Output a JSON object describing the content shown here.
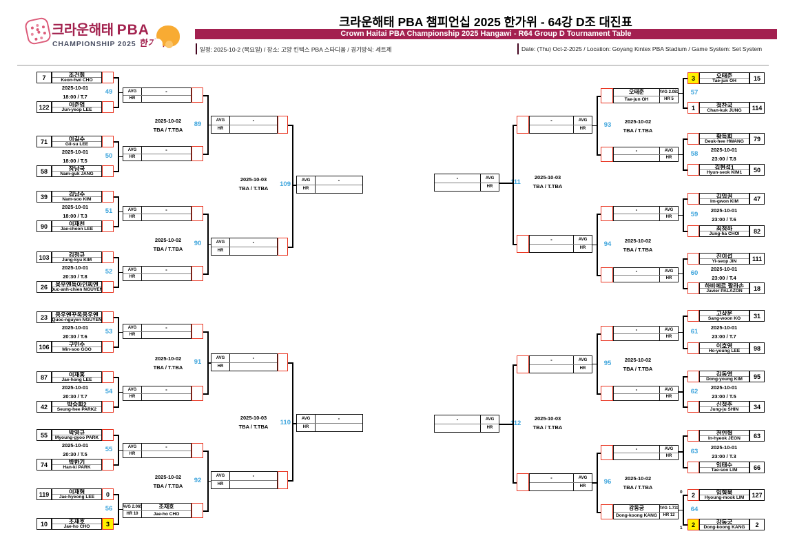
{
  "header": {
    "logo": {
      "brand_kr": "크라운해태",
      "brand_pba": "PBA",
      "champ_line": "CHAMPIONSHIP 2025",
      "hangawi": "한가위"
    },
    "title": "크라운해태 PBA 챔피언십 2025 한가위 - 64강 D조 대진표",
    "banner": "Crown Haitai PBA Championship 2025 Hangawi - R64 Group D Tournament Table",
    "info_kr": "일정: 2025-10-2 (목요일) / 장소: 고양 킨텍스 PBA 스타디움 / 경기방식: 세트제",
    "info_en": "Date: (Thu) Oct-2-2025 / Location: Goyang Kintex PBA Stadium / Game System: Set System"
  },
  "colors": {
    "maroon": "#a32050",
    "red": "#e8321e",
    "winner_yellow": "#fff100",
    "match_number_blue": "#3fa5dc"
  },
  "labels": {
    "avg": "AVG",
    "hr": "HR",
    "dash": "-"
  },
  "round1_left": [
    {
      "no": "49",
      "date": "2025-10-01",
      "time": "18:00 / T.7",
      "p1": {
        "seed": "7",
        "kr": "조건휘",
        "en": "Keon-hwi CHO",
        "score": ""
      },
      "p2": {
        "seed": "122",
        "kr": "이준엽",
        "en": "Jun-yeop LEE",
        "score": ""
      }
    },
    {
      "no": "50",
      "date": "2025-10-01",
      "time": "18:00 / T.5",
      "p1": {
        "seed": "71",
        "kr": "이길수",
        "en": "Gil-su LEE",
        "score": ""
      },
      "p2": {
        "seed": "58",
        "kr": "장남국",
        "en": "Nam-guk JANG",
        "score": ""
      }
    },
    {
      "no": "51",
      "date": "2025-10-01",
      "time": "18:00 / T.3",
      "p1": {
        "seed": "39",
        "kr": "김남수",
        "en": "Nam-soo KIM",
        "score": ""
      },
      "p2": {
        "seed": "90",
        "kr": "이재천",
        "en": "Jae-cheon LEE",
        "score": ""
      }
    },
    {
      "no": "52",
      "date": "2025-10-01",
      "time": "20:30 / T.8",
      "p1": {
        "seed": "103",
        "kr": "김정규",
        "en": "Jung-kyu KIM",
        "score": ""
      },
      "p2": {
        "seed": "26",
        "kr": "응우옌득아인찌엔",
        "en": "Duc-anh-chien NGUYEN",
        "score": ""
      }
    },
    {
      "no": "53",
      "date": "2025-10-01",
      "time": "20:30 / T.6",
      "p1": {
        "seed": "23",
        "kr": "응우옌꾸옥응우옌",
        "en": "Quoc-nguyen NGUYEN",
        "score": ""
      },
      "p2": {
        "seed": "106",
        "kr": "구민수",
        "en": "Min-soo GOO",
        "score": ""
      }
    },
    {
      "no": "54",
      "date": "2025-10-01",
      "time": "20:30 / T.7",
      "p1": {
        "seed": "87",
        "kr": "이재홍",
        "en": "Jae-hong LEE",
        "score": ""
      },
      "p2": {
        "seed": "42",
        "kr": "박승희2",
        "en": "Seung-hee PARK2",
        "score": ""
      }
    },
    {
      "no": "55",
      "date": "2025-10-01",
      "time": "20:30 / T.5",
      "p1": {
        "seed": "55",
        "kr": "박영규",
        "en": "Myoung-gyoo PARK",
        "score": ""
      },
      "p2": {
        "seed": "74",
        "kr": "박한기",
        "en": "Han-ki PARK",
        "score": ""
      }
    },
    {
      "no": "56",
      "date": "",
      "time": "",
      "p1": {
        "seed": "119",
        "kr": "이재형",
        "en": "Jae-hyeong LEE",
        "score": "0"
      },
      "p2": {
        "seed": "10",
        "kr": "조재호",
        "en": "Jae-ho CHO",
        "score": "3",
        "win": true
      }
    }
  ],
  "round1_right": [
    {
      "no": "57",
      "date": "",
      "time": "",
      "p1": {
        "seed": "15",
        "kr": "오태준",
        "en": "Tae-jun OH",
        "score": "3",
        "win": true
      },
      "p2": {
        "seed": "114",
        "kr": "정찬국",
        "en": "Chan-kuk JUNG",
        "score": "1"
      }
    },
    {
      "no": "58",
      "date": "2025-10-01",
      "time": "23:00 / T.8",
      "p1": {
        "seed": "79",
        "kr": "황득희",
        "en": "Deuk-hee HWANG",
        "score": ""
      },
      "p2": {
        "seed": "50",
        "kr": "김현석1",
        "en": "Hyun-seok KIM1",
        "score": ""
      }
    },
    {
      "no": "59",
      "date": "2025-10-01",
      "time": "23:00 / T.6",
      "p1": {
        "seed": "47",
        "kr": "김임권",
        "en": "Im-gwon KIM",
        "score": ""
      },
      "p2": {
        "seed": "82",
        "kr": "최정하",
        "en": "Jung-ha CHOI",
        "score": ""
      }
    },
    {
      "no": "60",
      "date": "2025-10-01",
      "time": "23:00 / T.4",
      "p1": {
        "seed": "111",
        "kr": "진이섭",
        "en": "Yi-seop JIN",
        "score": ""
      },
      "p2": {
        "seed": "18",
        "kr": "하비에르 팔라손",
        "en": "Javier PALAZON",
        "score": ""
      }
    },
    {
      "no": "61",
      "date": "2025-10-01",
      "time": "23:00 / T.7",
      "p1": {
        "seed": "31",
        "kr": "고상운",
        "en": "Sang-woon KO",
        "score": ""
      },
      "p2": {
        "seed": "98",
        "kr": "이호영",
        "en": "Ho-young LEE",
        "score": ""
      }
    },
    {
      "no": "62",
      "date": "2025-10-01",
      "time": "23:00 / T.5",
      "p1": {
        "seed": "95",
        "kr": "김동영",
        "en": "Dong-young KIM",
        "score": ""
      },
      "p2": {
        "seed": "34",
        "kr": "신정주",
        "en": "Jung-ju SHIN",
        "score": ""
      }
    },
    {
      "no": "63",
      "date": "2025-10-01",
      "time": "23:00 / T.3",
      "p1": {
        "seed": "63",
        "kr": "전인혁",
        "en": "In-hyeok JEON",
        "score": ""
      },
      "p2": {
        "seed": "66",
        "kr": "임태수",
        "en": "Tae-soo LIM",
        "score": ""
      }
    },
    {
      "no": "64",
      "date": "",
      "time": "",
      "p1": {
        "seed": "127",
        "kr": "임형묵",
        "en": "Hyoung-mook LIM",
        "score": "2",
        "sub": "0"
      },
      "p2": {
        "seed": "2",
        "kr": "강동궁",
        "en": "Dong-koong KANG",
        "score": "2",
        "sub": "1",
        "win": true
      }
    }
  ],
  "round2_left": [
    {
      "no": "89",
      "date": "2025-10-02",
      "time": "TBA / T.TBA",
      "slots": [
        {
          "l1": "AVG",
          "l2": "HR",
          "v1": "-",
          "v2": ""
        },
        {
          "l1": "AVG",
          "l2": "HR",
          "v1": "-",
          "v2": ""
        }
      ]
    },
    {
      "no": "90",
      "date": "2025-10-02",
      "time": "TBA / T.TBA",
      "slots": [
        {
          "l1": "AVG",
          "l2": "HR",
          "v1": "-",
          "v2": ""
        },
        {
          "l1": "AVG",
          "l2": "HR",
          "v1": "-",
          "v2": ""
        }
      ]
    },
    {
      "no": "91",
      "date": "2025-10-02",
      "time": "TBA / T.TBA",
      "slots": [
        {
          "l1": "AVG",
          "l2": "HR",
          "v1": "-",
          "v2": ""
        },
        {
          "l1": "AVG",
          "l2": "HR",
          "v1": "-",
          "v2": ""
        }
      ]
    },
    {
      "no": "92",
      "date": "2025-10-02",
      "time": "TBA / T.TBA",
      "slots": [
        {
          "l1": "AVG",
          "l2": "HR",
          "v1": "-",
          "v2": ""
        },
        {
          "l1": "AVG 2.065",
          "l2": "HR 10",
          "v1": "조재호",
          "v2": "Jae-ho CHO",
          "filled": true
        }
      ]
    }
  ],
  "round2_right": [
    {
      "no": "93",
      "date": "2025-10-02",
      "time": "TBA / T.TBA",
      "slots": [
        {
          "l1": "AVG 2.083",
          "l2": "HR 5",
          "v1": "오태준",
          "v2": "Tae-jun OH",
          "filled": true
        },
        {
          "l1": "AVG",
          "l2": "HR",
          "v1": "-",
          "v2": ""
        }
      ]
    },
    {
      "no": "94",
      "date": "2025-10-02",
      "time": "TBA / T.TBA",
      "slots": [
        {
          "l1": "AVG",
          "l2": "HR",
          "v1": "-",
          "v2": ""
        },
        {
          "l1": "AVG",
          "l2": "HR",
          "v1": "-",
          "v2": ""
        }
      ]
    },
    {
      "no": "95",
      "date": "2025-10-02",
      "time": "TBA / T.TBA",
      "slots": [
        {
          "l1": "AVG",
          "l2": "HR",
          "v1": "-",
          "v2": ""
        },
        {
          "l1": "AVG",
          "l2": "HR",
          "v1": "-",
          "v2": ""
        }
      ]
    },
    {
      "no": "96",
      "date": "2025-10-02",
      "time": "TBA / T.TBA",
      "slots": [
        {
          "l1": "AVG",
          "l2": "HR",
          "v1": "-",
          "v2": ""
        },
        {
          "l1": "AVG 1.733",
          "l2": "HR 12",
          "v1": "강동궁",
          "v2": "Dong-koong KANG",
          "filled": true
        }
      ]
    }
  ],
  "round3_left": [
    {
      "no": "109",
      "date": "2025-10-03",
      "time": "TBA / T.TBA",
      "slots": [
        {
          "l1": "AVG",
          "l2": "HR",
          "v1": "-",
          "v2": ""
        },
        {
          "l1": "AVG",
          "l2": "HR",
          "v1": "-",
          "v2": ""
        }
      ],
      "result": {
        "l1": "AVG",
        "l2": "HR",
        "v1": "-",
        "v2": ""
      }
    },
    {
      "no": "110",
      "date": "2025-10-03",
      "time": "TBA / T.TBA",
      "slots": [
        {
          "l1": "AVG",
          "l2": "HR",
          "v1": "-",
          "v2": ""
        },
        {
          "l1": "AVG",
          "l2": "HR",
          "v1": "-",
          "v2": ""
        }
      ],
      "result": {
        "l1": "AVG",
        "l2": "HR",
        "v1": "-",
        "v2": ""
      }
    }
  ],
  "round3_right": [
    {
      "no": "111",
      "date": "2025-10-03",
      "time": "TBA / T.TBA",
      "slots": [
        {
          "l1": "AVG",
          "l2": "HR",
          "v1": "-",
          "v2": ""
        },
        {
          "l1": "AVG",
          "l2": "HR",
          "v1": "-",
          "v2": ""
        }
      ],
      "result": {
        "l1": "AVG",
        "l2": "HR",
        "v1": "-",
        "v2": ""
      }
    },
    {
      "no": "112",
      "date": "2025-10-03",
      "time": "TBA / T.TBA",
      "slots": [
        {
          "l1": "AVG",
          "l2": "HR",
          "v1": "-",
          "v2": ""
        },
        {
          "l1": "AVG",
          "l2": "HR",
          "v1": "-",
          "v2": ""
        }
      ],
      "result": {
        "l1": "AVG",
        "l2": "HR",
        "v1": "-",
        "v2": ""
      }
    }
  ]
}
